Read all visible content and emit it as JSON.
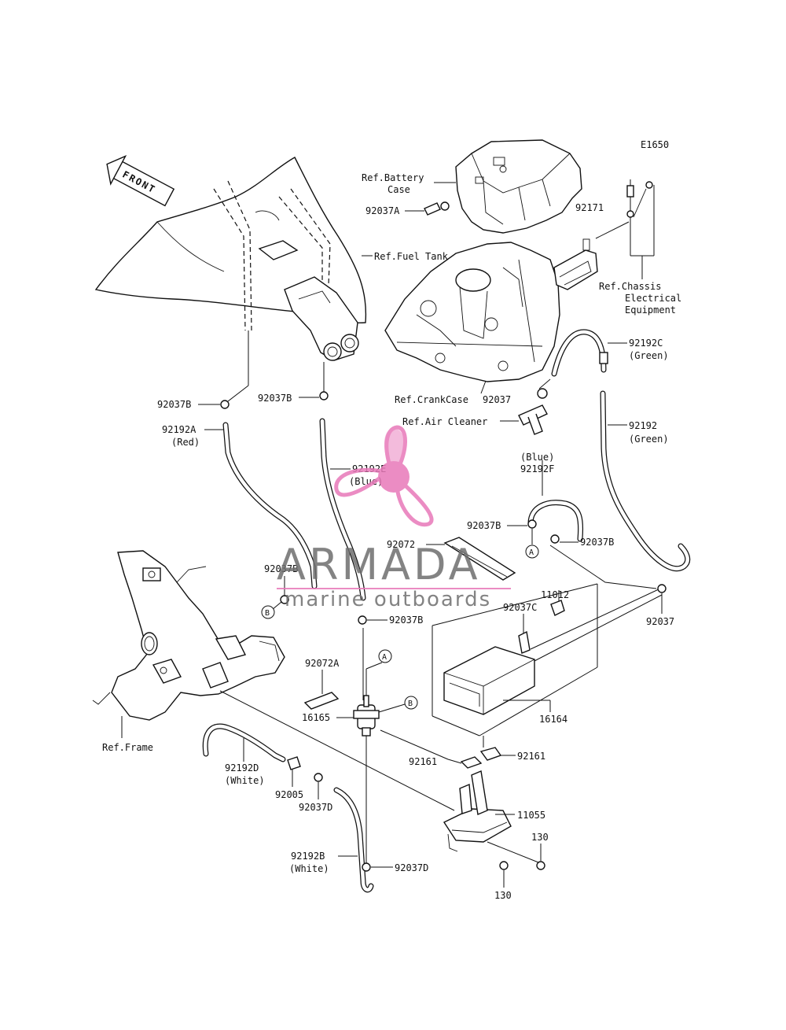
{
  "diagram_code": "E1650",
  "front_label": "FRONT",
  "watermark": {
    "brand": "ARMADA",
    "tagline": "marine outboards",
    "brand_color": "#e879b9"
  },
  "labels": {
    "ref_battery_case_1": "Ref.Battery",
    "ref_battery_case_2": "Case",
    "p92037A": "92037A",
    "ref_fuel_tank": "Ref.Fuel Tank",
    "p92171": "92171",
    "ref_chassis_1": "Ref.Chassis",
    "ref_chassis_2": "Electrical",
    "ref_chassis_3": "Equipment",
    "p92192C": "92192C",
    "green_c": "(Green)",
    "p92037B_left": "92037B",
    "p92037B_mid": "92037B",
    "ref_crankcase": "Ref.CrankCase",
    "p92037_top": "92037",
    "ref_air_cleaner": "Ref.Air Cleaner",
    "p92192A": "92192A",
    "red": "(Red)",
    "p92192E": "92192E",
    "blue_e": "(Blue)",
    "p92192": "92192",
    "green_main": "(Green)",
    "blue_f": "(Blue)",
    "p92192F": "92192F",
    "p92037B_f": "92037B",
    "p92072": "92072",
    "p92037B_r": "92037B",
    "p92037B_b": "92037B",
    "p11012": "11012",
    "p92037C": "92037C",
    "p92037B_low": "92037B",
    "p92037_right": "92037",
    "p92072A": "92072A",
    "p16165": "16165",
    "p16164": "16164",
    "ref_frame": "Ref.Frame",
    "p92161_a": "92161",
    "p92161_b": "92161",
    "p92192D": "92192D",
    "white_d": "(White)",
    "p92005": "92005",
    "p92037D_a": "92037D",
    "p11055": "11055",
    "p130_a": "130",
    "p92192B": "92192B",
    "white_b": "(White)",
    "p92037D_b": "92037D",
    "p130_b": "130"
  },
  "callouts": {
    "a": "A",
    "b": "B"
  }
}
